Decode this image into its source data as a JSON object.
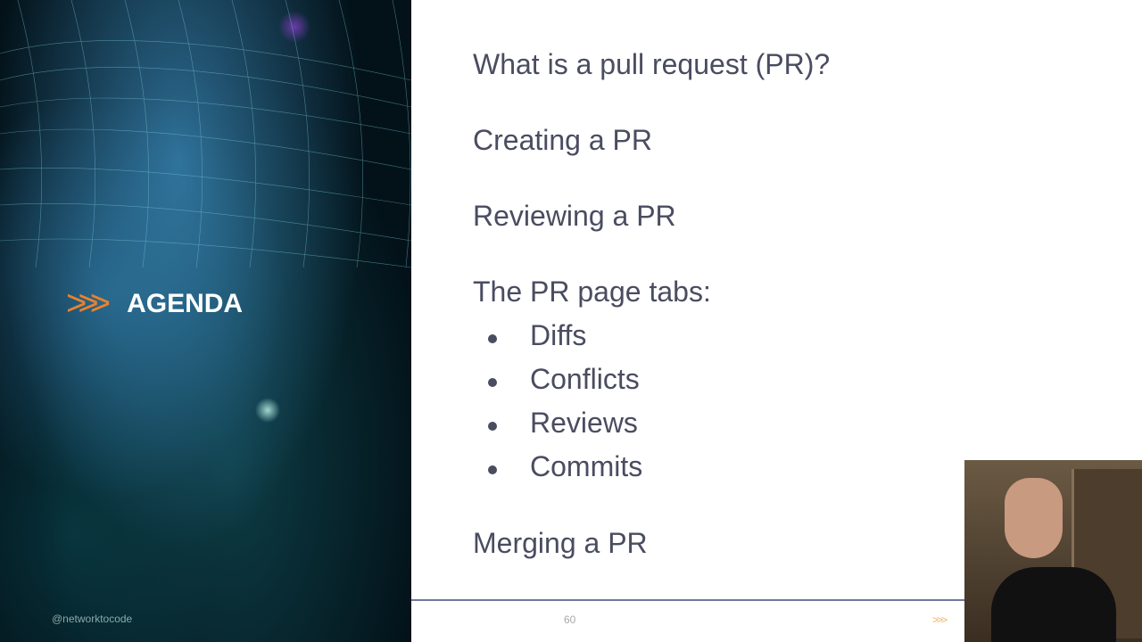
{
  "sidebar": {
    "title": "AGENDA",
    "chevrons": ">>>",
    "handle": "@networktocode"
  },
  "agenda": {
    "items": [
      {
        "label": "What is a pull request (PR)?"
      },
      {
        "label": "Creating a PR"
      },
      {
        "label": "Reviewing a PR"
      },
      {
        "label": "The PR page tabs:"
      }
    ],
    "tabs": [
      "Diffs",
      "Conflicts",
      "Reviews",
      "Commits"
    ],
    "last": "Merging a PR"
  },
  "footer": {
    "page_number": "60",
    "chevrons": ">>>"
  },
  "colors": {
    "accent": "#e8822f",
    "text": "#4a4c60",
    "rule": "#6d7a9a"
  }
}
